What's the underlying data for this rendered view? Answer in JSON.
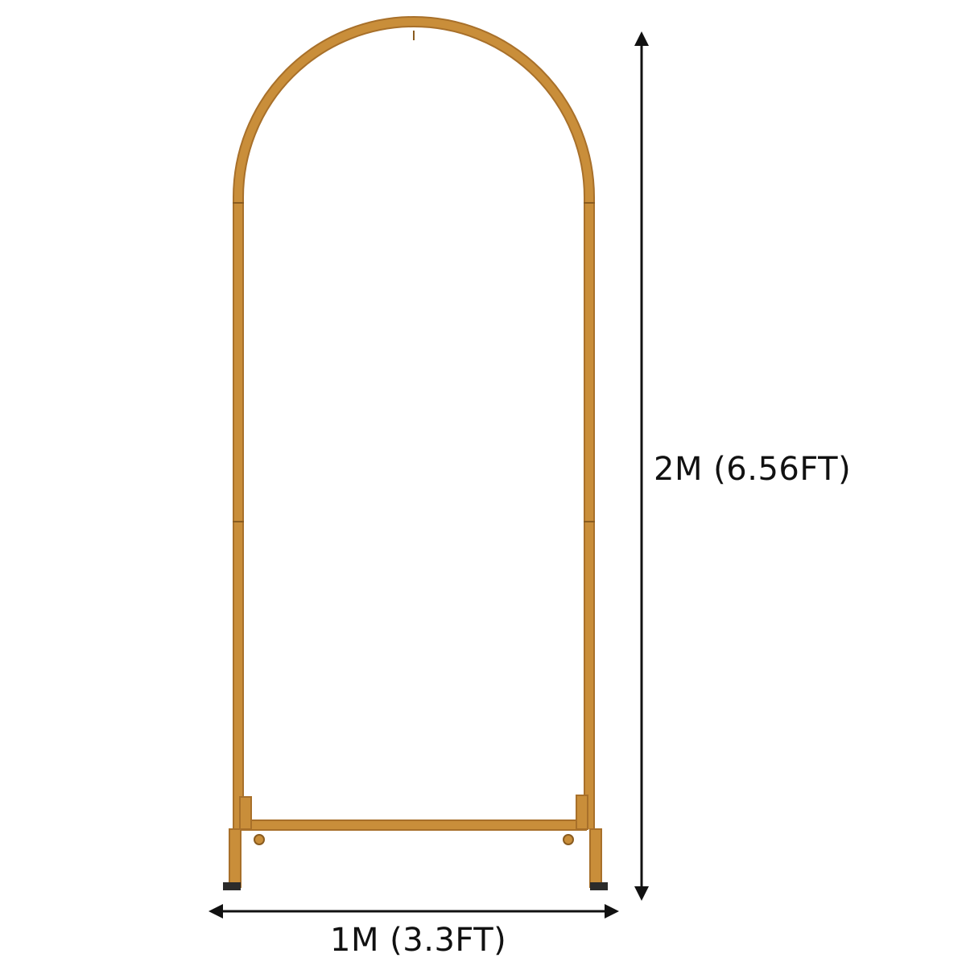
{
  "product": {
    "name_icon": "gold-metal-arch-stand",
    "frame_color": "#C98E3A",
    "frame_shadow_color": "#A8702A",
    "background_color": "#FFFFFF"
  },
  "dimensions": {
    "height_label": "2M (6.56FT)",
    "width_label": "1M (3.3FT)",
    "arrow_color": "#111111"
  }
}
